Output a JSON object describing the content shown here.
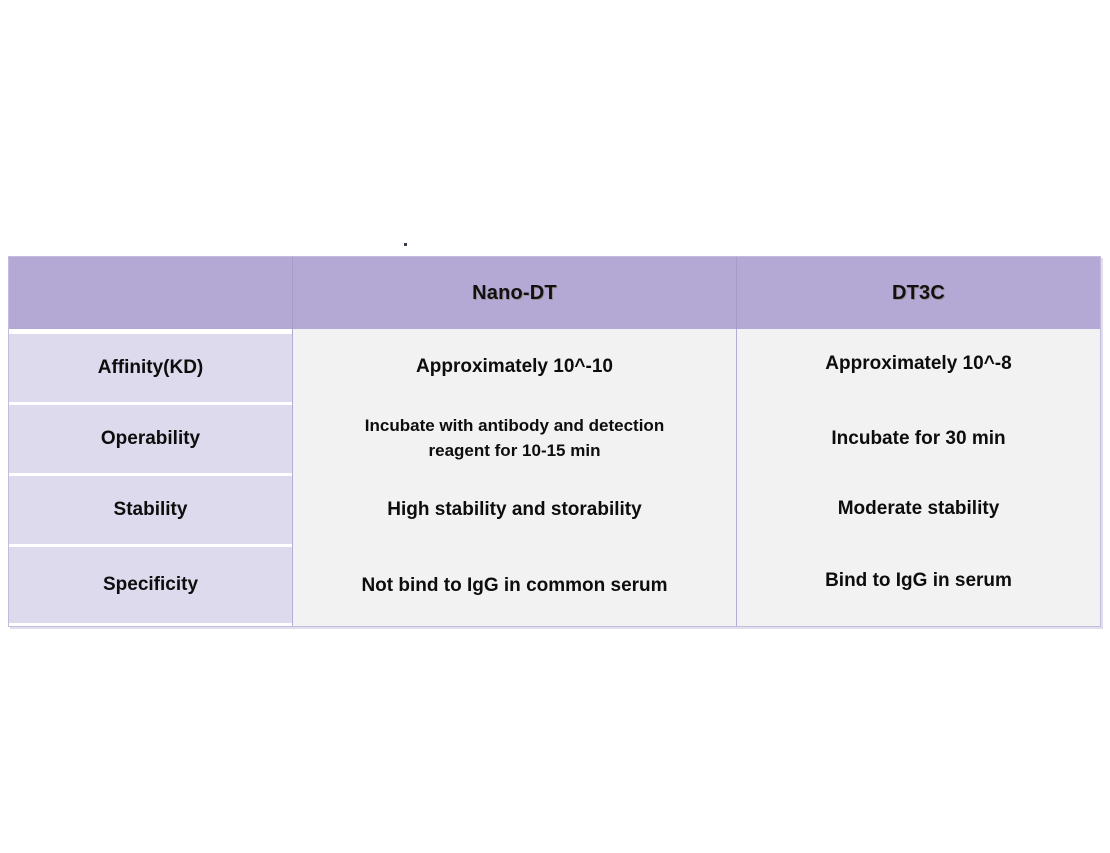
{
  "table": {
    "columns": [
      "",
      "Nano-DT",
      "DT3C"
    ],
    "rows": [
      {
        "label": "Affinity(KD)",
        "nano_dt": "Approximately 10^-10",
        "dt3c": "Approximately 10^-8"
      },
      {
        "label": "Operability",
        "nano_dt_line1": "Incubate with antibody and detection",
        "nano_dt_line2": "reagent for 10-15 min",
        "dt3c": "Incubate for 30 min"
      },
      {
        "label": "Stability",
        "nano_dt": "High stability and storability",
        "dt3c": "Moderate stability"
      },
      {
        "label": "Specificity",
        "nano_dt": "Not bind to IgG in common serum",
        "dt3c": "Bind to IgG in serum"
      }
    ]
  },
  "colors": {
    "header_fill": "#b3a9d4",
    "label_fill": "#dedaee",
    "value_fill": "#f2f2f2",
    "border": "#c4bcdf",
    "text": "#0d0d0d",
    "page_background": "#ffffff"
  }
}
